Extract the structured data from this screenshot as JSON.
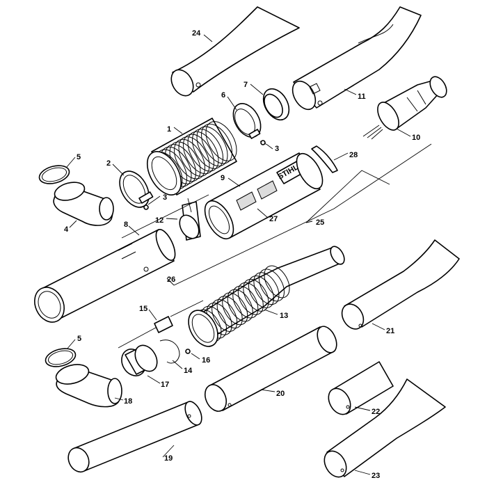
{
  "diagram": {
    "callouts": [
      {
        "id": "c1",
        "text": "1"
      },
      {
        "id": "c2",
        "text": "2"
      },
      {
        "id": "c3a",
        "text": "3"
      },
      {
        "id": "c3b",
        "text": "3"
      },
      {
        "id": "c4",
        "text": "4"
      },
      {
        "id": "c5a",
        "text": "5"
      },
      {
        "id": "c5b",
        "text": "5"
      },
      {
        "id": "c6",
        "text": "6"
      },
      {
        "id": "c7",
        "text": "7"
      },
      {
        "id": "c8",
        "text": "8"
      },
      {
        "id": "c9",
        "text": "9"
      },
      {
        "id": "c10",
        "text": "10"
      },
      {
        "id": "c11",
        "text": "11"
      },
      {
        "id": "c12",
        "text": "12"
      },
      {
        "id": "c13",
        "text": "13"
      },
      {
        "id": "c14",
        "text": "14"
      },
      {
        "id": "c15",
        "text": "15"
      },
      {
        "id": "c16",
        "text": "16"
      },
      {
        "id": "c17",
        "text": "17"
      },
      {
        "id": "c18",
        "text": "18"
      },
      {
        "id": "c19",
        "text": "19"
      },
      {
        "id": "c20",
        "text": "20"
      },
      {
        "id": "c21",
        "text": "21"
      },
      {
        "id": "c22",
        "text": "22"
      },
      {
        "id": "c23",
        "text": "23"
      },
      {
        "id": "c24",
        "text": "24"
      },
      {
        "id": "c25",
        "text": "25"
      },
      {
        "id": "c26",
        "text": "26"
      },
      {
        "id": "c27",
        "text": "27"
      },
      {
        "id": "c28",
        "text": "28"
      }
    ],
    "logo_text": "STIHL"
  }
}
